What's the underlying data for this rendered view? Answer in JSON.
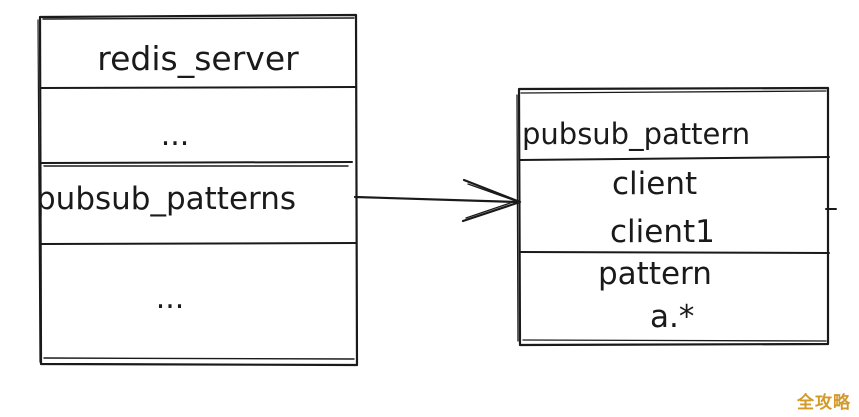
{
  "left_box": {
    "title": "redis_server",
    "row_ellipsis_top": "...",
    "row_field": "pubsub_patterns",
    "row_ellipsis_bottom": "..."
  },
  "right_box": {
    "title": "pubsub_pattern",
    "client_line1": "client",
    "client_line2": "client1",
    "pattern_line1": "pattern",
    "pattern_line2": "a.*"
  },
  "watermark": "全攻略",
  "colors": {
    "ink": "#1a1a1a",
    "watermark": "#d39a2a"
  }
}
